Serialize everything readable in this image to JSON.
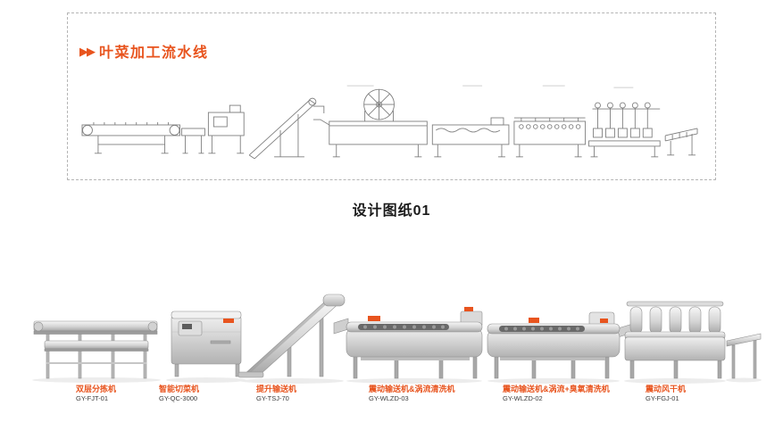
{
  "header": {
    "arrows": "▶▶",
    "title": "叶菜加工流水线",
    "caption": "设计图纸01"
  },
  "colors": {
    "accent": "#e8541e"
  },
  "machines": [
    {
      "name": "双层分拣机",
      "model": "GY-FJT-01"
    },
    {
      "name": "智能切菜机",
      "model": "GY-QC-3000"
    },
    {
      "name": "提升输送机",
      "model": "GY-TSJ-70"
    },
    {
      "name": "震动输送机&涡流清洗机",
      "model": "GY-WLZD-03"
    },
    {
      "name": "震动输送机&涡流+臭氧清洗机",
      "model": "GY-WLZD-02"
    },
    {
      "name": "震动风干机",
      "model": "GY-FGJ-01"
    }
  ]
}
